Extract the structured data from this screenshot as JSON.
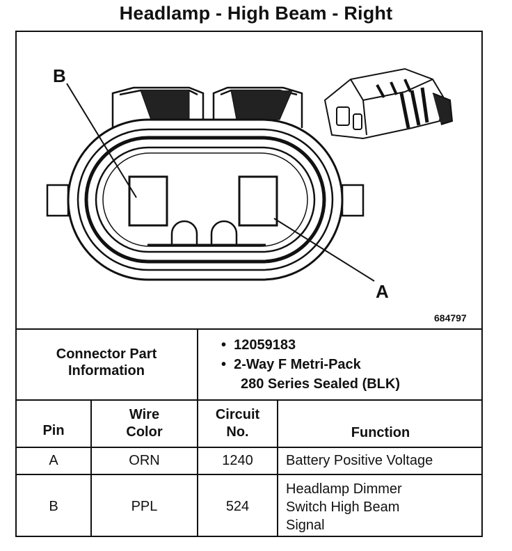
{
  "title": "Headlamp - High Beam - Right",
  "figure_number": "684797",
  "pin_labels": {
    "b": "B",
    "a": "A"
  },
  "part_info": {
    "label_line1": "Connector Part",
    "label_line2": "Information",
    "bullet": "•",
    "part_number": "12059183",
    "desc_line1": "2-Way F Metri-Pack",
    "desc_line2": "280 Series Sealed (BLK)"
  },
  "table": {
    "headers": {
      "pin": "Pin",
      "wire_color_1": "Wire",
      "wire_color_2": "Color",
      "circuit_1": "Circuit",
      "circuit_2": "No.",
      "function": "Function"
    },
    "rows": [
      {
        "pin": "A",
        "color": "ORN",
        "circuit": "1240",
        "function_lines": [
          "Battery Positive Voltage"
        ]
      },
      {
        "pin": "B",
        "color": "PPL",
        "circuit": "524",
        "function_lines": [
          "Headlamp Dimmer",
          "Switch High Beam",
          "Signal"
        ]
      }
    ]
  }
}
